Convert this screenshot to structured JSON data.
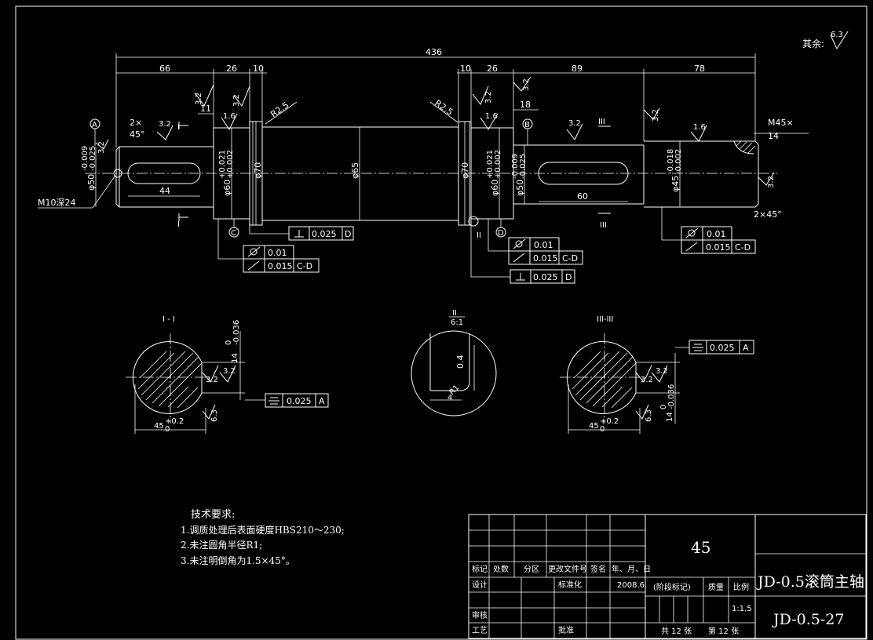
{
  "finish": {
    "label": "其余:",
    "value": "6.3"
  },
  "dimensions": {
    "total_length": "436",
    "d66": "66",
    "d26a": "26",
    "d10a": "10",
    "d10b": "10",
    "d26b": "26",
    "d89": "89",
    "d78": "78",
    "d11": "11",
    "d18": "18",
    "key1": "44",
    "key2": "60",
    "chamfer_left": "2×",
    "chamfer_left_angle": "45°",
    "chamfer_right": "2×45°",
    "thread": "M45×",
    "thread_depth": "14",
    "center_hole": "M10深24",
    "r_left": "R2.5",
    "r_right": "R2.5",
    "dia50_left": "φ50",
    "dia50_left_tol": [
      "-0.009",
      "-0.025"
    ],
    "dia60_left": "φ60",
    "dia60_left_tol": [
      "+0.021",
      "+0.002"
    ],
    "dia70_left": "φ70",
    "dia65": "φ65",
    "dia70_right": "φ70",
    "dia60_right": "φ60",
    "dia60_right_tol": [
      "+0.021",
      "+0.002"
    ],
    "dia50_right": "φ50",
    "dia50_right_tol": [
      "-0.009",
      "-0.025"
    ],
    "dia45": "φ45",
    "dia45_tol": [
      "-0.018",
      "-0.002"
    ]
  },
  "roughness": {
    "r32": "3.2",
    "r16": "1.6",
    "r63": "6.3"
  },
  "datums": {
    "A": "A",
    "B": "B",
    "C": "C",
    "D": "D"
  },
  "sections": {
    "I": "I",
    "II": "II",
    "III": "III",
    "label_I": "I - I",
    "label_III": "III-III",
    "label_II_top": "II",
    "label_II_scale": "6:1"
  },
  "tolerance_frames": {
    "perp_left": {
      "value": "0.025",
      "datum": "D"
    },
    "cyl_left": {
      "value": "0.01"
    },
    "runout_left": {
      "value": "0.015",
      "datum": "C-D"
    },
    "cyl_mid": {
      "value": "0.01"
    },
    "runout_mid": {
      "value": "0.015",
      "datum": "C-D"
    },
    "perp_right": {
      "value": "0.025",
      "datum": "D"
    },
    "cyl_right": {
      "value": "0.01"
    },
    "runout_right": {
      "value": "0.015",
      "datum": "C-D"
    },
    "sym_I": {
      "value": "0.025",
      "datum": "A"
    },
    "sym_III": {
      "value": "0.025",
      "datum": "A"
    }
  },
  "section_dims": {
    "I_depth": "14",
    "I_depth_tol": [
      "0",
      "-0.036"
    ],
    "I_width": "45",
    "I_width_tol": [
      "+0.2",
      "0"
    ],
    "II_depth": "0.4",
    "II_radius": "R1",
    "II_len": "4",
    "III_depth": "14",
    "III_depth_tol": [
      "0",
      "-0.036"
    ],
    "III_width": "45",
    "III_width_tol": [
      "+0.2",
      "0"
    ]
  },
  "tech_requirements": {
    "title": "技术要求:",
    "items": [
      "1.调质处理后表面硬度HBS210～230;",
      "2.未注圆角半径R1;",
      "3.未注明倒角为1.5×45°。"
    ]
  },
  "title_block": {
    "material": "45",
    "part_name": "JD-0.5滚筒主轴",
    "drawing_no": "JD-0.5-27",
    "headers": [
      "标记",
      "处数",
      "分区",
      "更改文件号",
      "签名",
      "年、月、日"
    ],
    "row_design": [
      "设计",
      "",
      "",
      "标准化",
      "",
      "2008.6"
    ],
    "stage_mark": "(阶段标记)",
    "mass_label": "质量",
    "scale_label": "比例",
    "scale_value": "1:1.5",
    "review_label": "审核",
    "process_label": "工艺",
    "approve_label": "批准",
    "sheets_total": "共 12 张",
    "sheet_no": "第 12 张"
  }
}
